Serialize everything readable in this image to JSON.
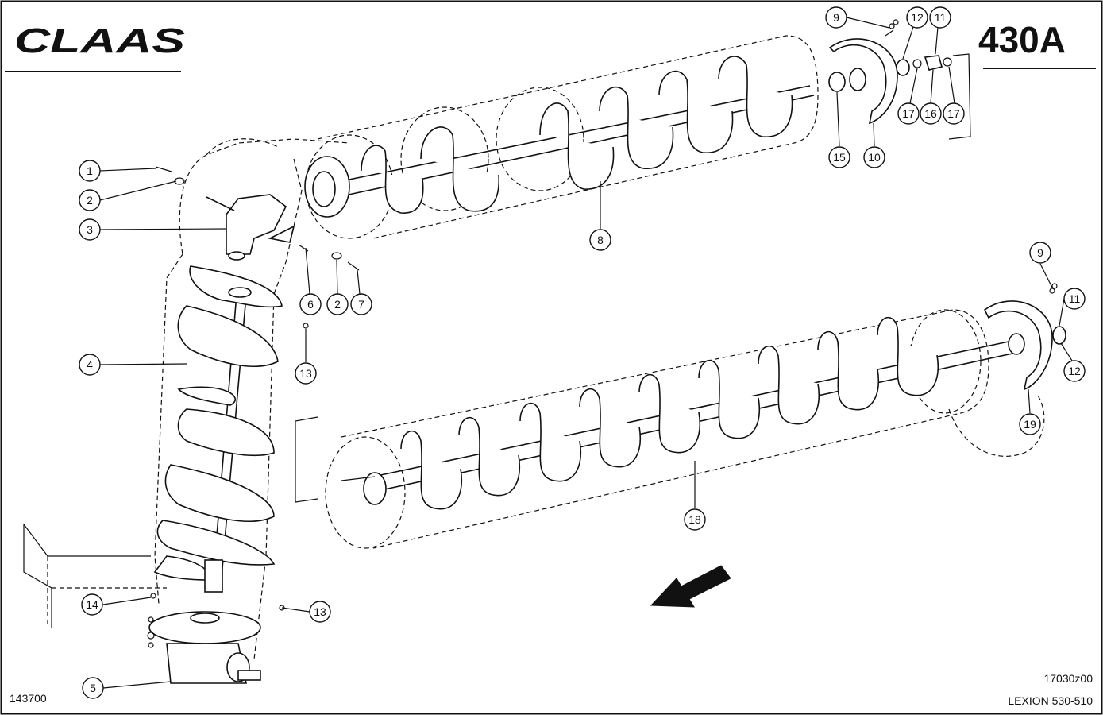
{
  "header": {
    "logo": "CLAAS",
    "diagram_code": "430A"
  },
  "footer": {
    "left_code": "143700",
    "drawing_ref": "17030z00",
    "model": "LEXION  530-510"
  },
  "callouts": [
    "1",
    "2",
    "3",
    "4",
    "5",
    "6",
    "2",
    "7",
    "8",
    "9",
    "12",
    "11",
    "10",
    "15",
    "17",
    "16",
    "17",
    "13",
    "13",
    "14",
    "9",
    "11",
    "12",
    "19",
    "18"
  ]
}
